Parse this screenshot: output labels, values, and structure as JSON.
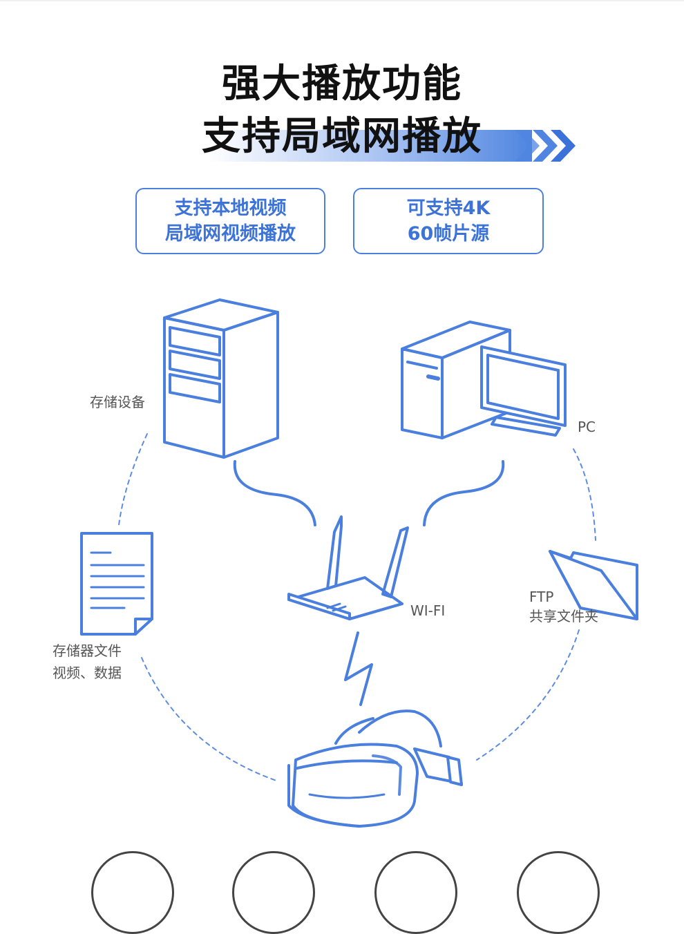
{
  "title": {
    "line1": "强大播放功能",
    "line2": "支持局域网播放"
  },
  "features": [
    {
      "line1": "支持本地视频",
      "line2": "局域网视频播放"
    },
    {
      "line1": "可支持4K",
      "line2": "60帧片源"
    }
  ],
  "diagram": {
    "storage_label": "存储设备",
    "pc_label": "PC",
    "file_label_line1": "存储器文件",
    "file_label_line2": "视频、数据",
    "wifi_label": "WI-FI",
    "ftp_label_line1": "FTP",
    "ftp_label_line2": "共享文件夹"
  },
  "colors": {
    "accent": "#4a7fde",
    "text": "#111111",
    "label": "#555555"
  }
}
